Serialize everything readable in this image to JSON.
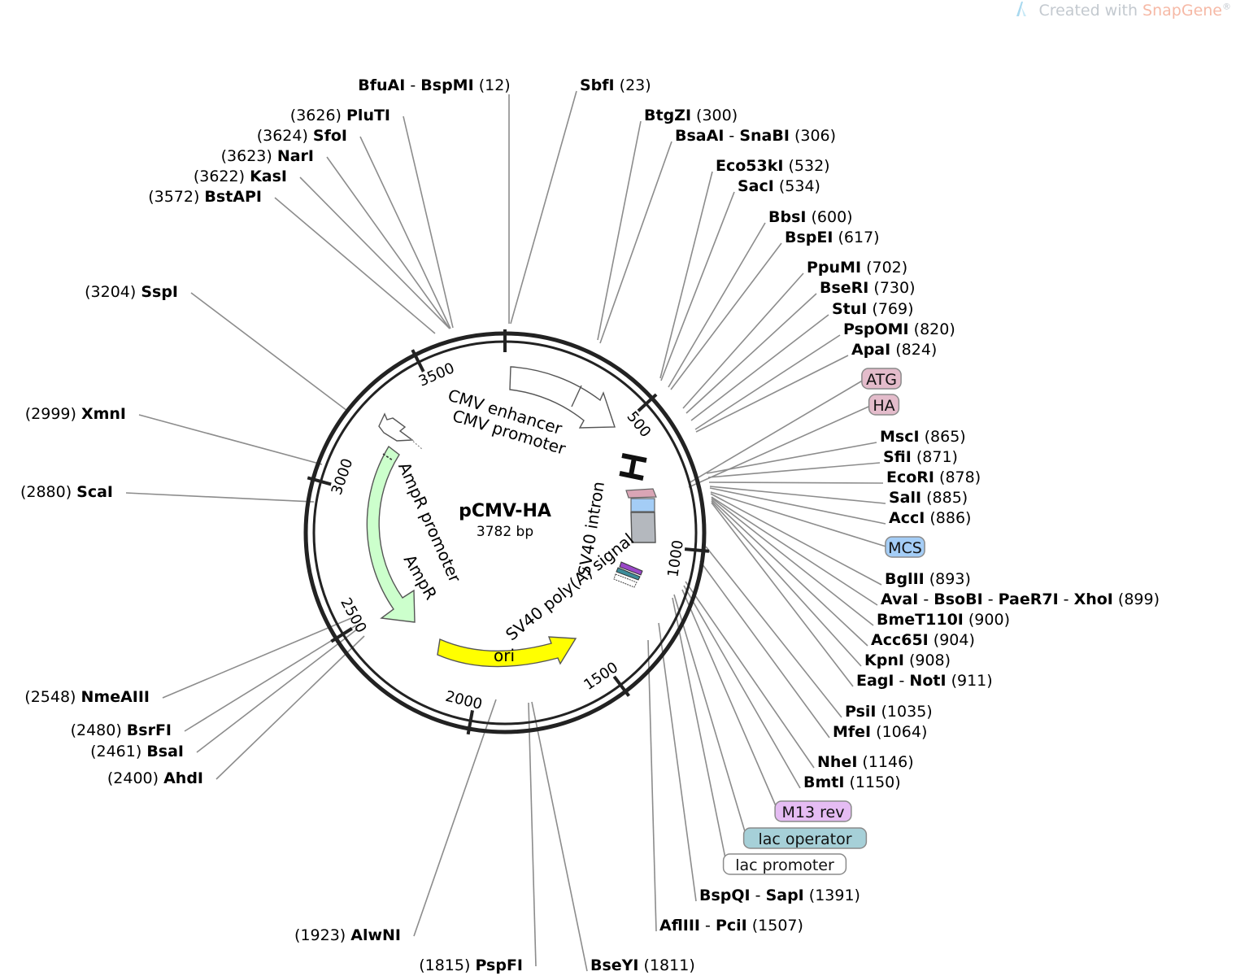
{
  "watermark": {
    "prefix": "Created with ",
    "brand": "SnapGene",
    "mark": "®"
  },
  "plasmid": {
    "name": "pCMV-HA",
    "size_label": "3782 bp",
    "length": 3782
  },
  "ruler": {
    "ticks": [
      {
        "pos": 500,
        "label": "500"
      },
      {
        "pos": 1000,
        "label": "1000"
      },
      {
        "pos": 1500,
        "label": "1500"
      },
      {
        "pos": 2000,
        "label": "2000"
      },
      {
        "pos": 2500,
        "label": "2500"
      },
      {
        "pos": 3000,
        "label": "3000"
      },
      {
        "pos": 3500,
        "label": "3500"
      }
    ]
  },
  "features": [
    {
      "name": "CMV enhancer",
      "color": "#ffffff"
    },
    {
      "name": "CMV promoter",
      "color": "#ffffff"
    },
    {
      "name": "SV40 intron",
      "color": "#ffffff"
    },
    {
      "name": "SV40 poly(A) signal",
      "color": "#b4b8be"
    },
    {
      "name": "ori",
      "color": "#ffff00"
    },
    {
      "name": "AmpR",
      "color": "#ccffcc"
    },
    {
      "name": "AmpR promoter",
      "color": "#ffffff"
    }
  ],
  "site_labels": [
    {
      "enzyme": "BfuAI",
      "enzyme2": "BspMI",
      "pos": "(12)"
    },
    {
      "enzyme": "SbfI",
      "pos": "(23)"
    },
    {
      "enzyme": "BtgZI",
      "pos": "(300)"
    },
    {
      "enzyme": "BsaAI",
      "enzyme2": "SnaBI",
      "pos": "(306)"
    },
    {
      "enzyme": "Eco53kI",
      "pos": "(532)"
    },
    {
      "enzyme": "SacI",
      "pos": "(534)"
    },
    {
      "enzyme": "BbsI",
      "pos": "(600)"
    },
    {
      "enzyme": "BspEI",
      "pos": "(617)"
    },
    {
      "enzyme": "PpuMI",
      "pos": "(702)"
    },
    {
      "enzyme": "BseRI",
      "pos": "(730)"
    },
    {
      "enzyme": "StuI",
      "pos": "(769)"
    },
    {
      "enzyme": "PspOMI",
      "pos": "(820)"
    },
    {
      "enzyme": "ApaI",
      "pos": "(824)"
    },
    {
      "enzyme": "MscI",
      "pos": "(865)"
    },
    {
      "enzyme": "SfiI",
      "pos": "(871)"
    },
    {
      "enzyme": "EcoRI",
      "pos": "(878)"
    },
    {
      "enzyme": "SalI",
      "pos": "(885)"
    },
    {
      "enzyme": "AccI",
      "pos": "(886)"
    },
    {
      "enzyme": "BglII",
      "pos": "(893)"
    },
    {
      "enzyme": "AvaI",
      "enzyme2": "BsoBI",
      "enzyme3": "PaeR7I",
      "enzyme4": "XhoI",
      "pos": "(899)"
    },
    {
      "enzyme": "BmeT110I",
      "pos": "(900)"
    },
    {
      "enzyme": "Acc65I",
      "pos": "(904)"
    },
    {
      "enzyme": "KpnI",
      "pos": "(908)"
    },
    {
      "enzyme": "EagI",
      "enzyme2": "NotI",
      "pos": "(911)"
    },
    {
      "enzyme": "PsiI",
      "pos": "(1035)"
    },
    {
      "enzyme": "MfeI",
      "pos": "(1064)"
    },
    {
      "enzyme": "NheI",
      "pos": "(1146)"
    },
    {
      "enzyme": "BmtI",
      "pos": "(1150)"
    },
    {
      "enzyme": "BspQI",
      "enzyme2": "SapI",
      "pos": "(1391)"
    },
    {
      "enzyme": "AflIII",
      "enzyme2": "PciI",
      "pos": "(1507)"
    },
    {
      "enzyme": "BseYI",
      "pos": "(1811)"
    },
    {
      "enzyme": "PspFI",
      "pos": "(1815)"
    },
    {
      "enzyme": "AlwNI",
      "pos": "(1923)"
    },
    {
      "enzyme": "AhdI",
      "pos": "(2400)"
    },
    {
      "enzyme": "BsaI",
      "pos": "(2461)"
    },
    {
      "enzyme": "BsrFI",
      "pos": "(2480)"
    },
    {
      "enzyme": "NmeAIII",
      "pos": "(2548)"
    },
    {
      "enzyme": "ScaI",
      "pos": "(2880)"
    },
    {
      "enzyme": "XmnI",
      "pos": "(2999)"
    },
    {
      "enzyme": "SspI",
      "pos": "(3204)"
    },
    {
      "enzyme": "BstAPI",
      "pos": "(3572)"
    },
    {
      "enzyme": "KasI",
      "pos": "(3622)"
    },
    {
      "enzyme": "NarI",
      "pos": "(3623)"
    },
    {
      "enzyme": "SfoI",
      "pos": "(3624)"
    },
    {
      "enzyme": "PluTI",
      "pos": "(3626)"
    }
  ],
  "feature_tags": [
    {
      "label": "ATG",
      "color": "#e4bccb"
    },
    {
      "label": "HA",
      "color": "#e4bccb"
    },
    {
      "label": "MCS",
      "color": "#a4cdf6"
    },
    {
      "label": "M13 rev",
      "color": "#e5bcf3"
    },
    {
      "label": "lac operator",
      "color": "#a6d0d8"
    },
    {
      "label": "lac promoter",
      "color": "#ffffff"
    }
  ]
}
